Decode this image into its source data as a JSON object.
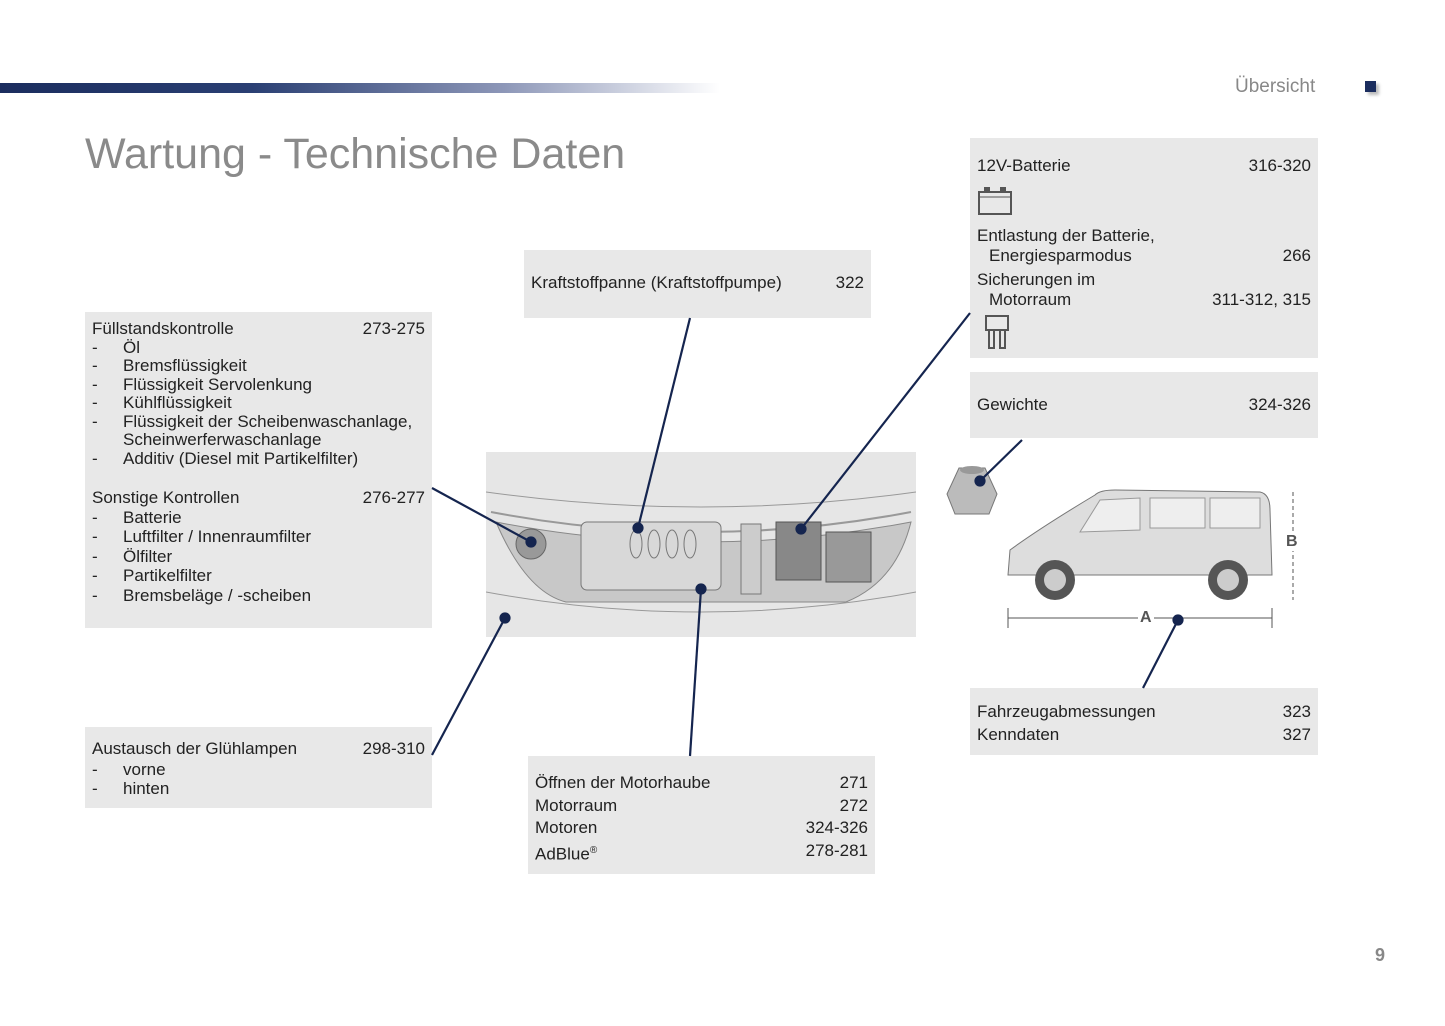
{
  "header": {
    "section": "Übersicht"
  },
  "title": "Wartung - Technische Daten",
  "page_number": "9",
  "fuellstand": {
    "title": "Füllstandskontrolle",
    "pages": "273-275",
    "items": [
      "Öl",
      "Bremsflüssigkeit",
      "Flüssigkeit Servolenkung",
      "Kühlflüssigkeit",
      "Flüssigkeit der Scheibenwaschanlage,",
      "Scheinwerferwaschanlage",
      "Additiv (Diesel mit Partikelfilter)"
    ]
  },
  "sonstige": {
    "title": "Sonstige Kontrollen",
    "pages": "276-277",
    "items": [
      "Batterie",
      "Luftfilter / Innenraumfilter",
      "Ölfilter",
      "Partikelfilter",
      "Bremsbeläge / -scheiben"
    ]
  },
  "kraftstoff": {
    "title": "Kraftstoffpanne (Kraftstoffpumpe)",
    "pages": "322"
  },
  "batterie": {
    "title": "12V-Batterie",
    "pages": "316-320",
    "entl1": "Entlastung der Batterie,",
    "entl2": "Energiesparmodus",
    "entl_pages": "266",
    "sich1": "Sicherungen im",
    "sich2": "Motorraum",
    "sich_pages": "311-312, 315"
  },
  "gewichte": {
    "title": "Gewichte",
    "pages": "324-326"
  },
  "gluehlampen": {
    "title": "Austausch der Glühlampen",
    "pages": "298-310",
    "items": [
      "vorne",
      "hinten"
    ]
  },
  "motor": {
    "rows": [
      {
        "label": "Öffnen der Motorhaube",
        "pages": "271"
      },
      {
        "label": "Motorraum",
        "pages": "272"
      },
      {
        "label": "Motoren",
        "pages": "324-326"
      },
      {
        "label": "AdBlue",
        "pages": "278-281"
      }
    ],
    "reg": "®"
  },
  "abmessungen": {
    "rows": [
      {
        "label": "Fahrzeugabmessungen",
        "pages": "323"
      },
      {
        "label": "Kenndaten",
        "pages": "327"
      }
    ]
  },
  "diagram": {
    "dim_a": "A",
    "dim_b": "B"
  },
  "dash": "-"
}
